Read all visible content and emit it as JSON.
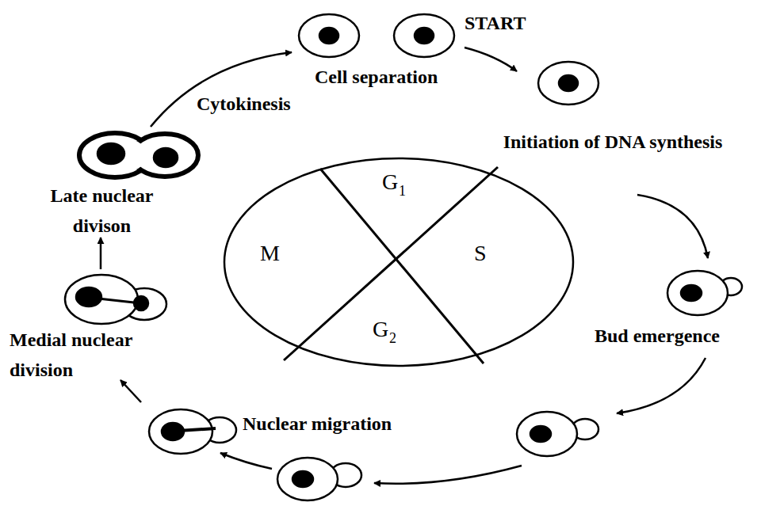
{
  "diagram": {
    "labels": [
      "START",
      "Cell separation",
      "Cytokinesis",
      "Initiation of DNA synthesis",
      "Bud emergence",
      "Nuclear migration",
      "Medial nuclear division",
      "Late nuclear divison",
      "G",
      "1",
      "S",
      "M",
      "G",
      "2"
    ]
  }
}
